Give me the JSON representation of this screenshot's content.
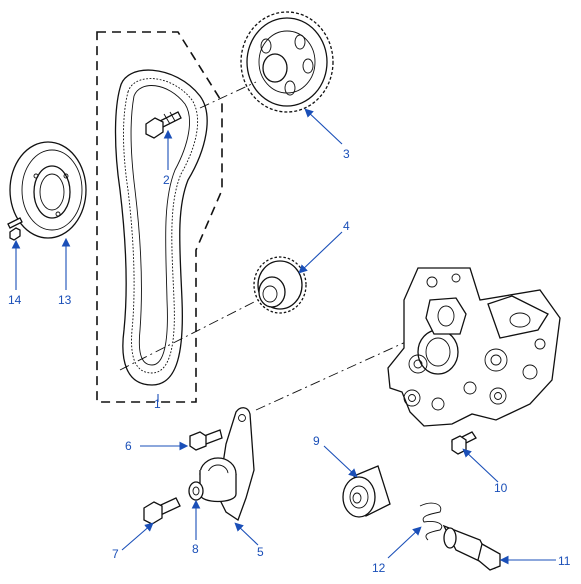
{
  "callouts": {
    "c1": "1",
    "c2": "2",
    "c3": "3",
    "c4": "4",
    "c5": "5",
    "c6": "6",
    "c7": "7",
    "c8": "8",
    "c9": "9",
    "c10": "10",
    "c11": "11",
    "c12": "12",
    "c13": "13",
    "c14": "14"
  },
  "colors": {
    "callout": "#1a4fb8",
    "line": "#111111",
    "background": "#ffffff"
  }
}
